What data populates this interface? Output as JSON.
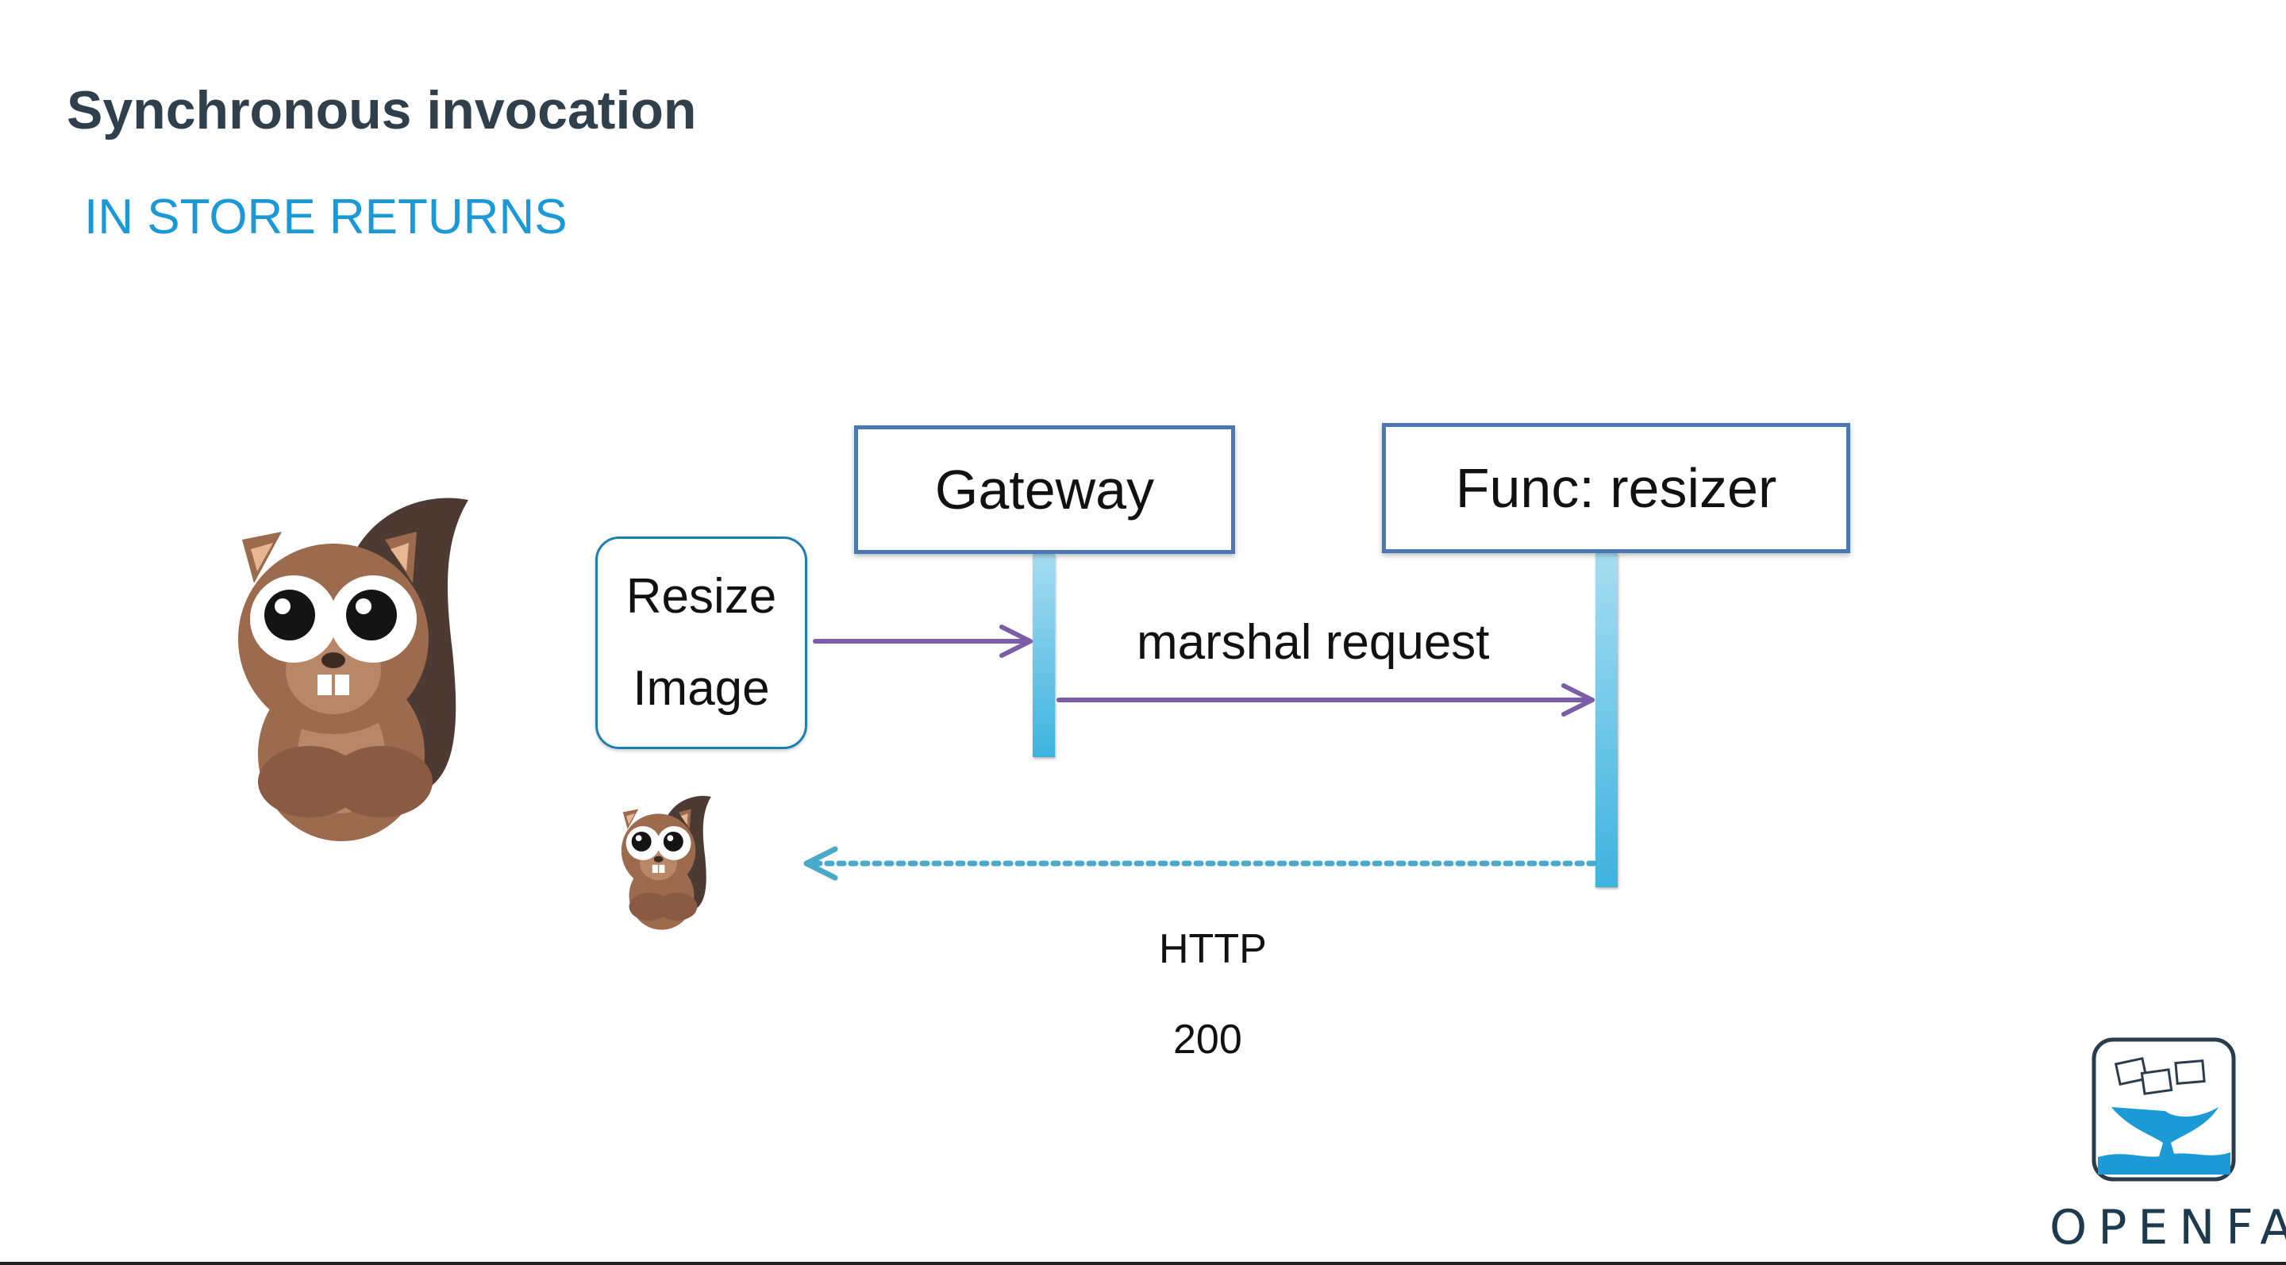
{
  "slide": {
    "title": "Synchronous invocation",
    "subtitle": "IN STORE RETURNS"
  },
  "diagram": {
    "actor_box": {
      "line1": "Resize",
      "line2": "Image"
    },
    "gateway": "Gateway",
    "function": "Func: resizer",
    "messages": {
      "marshal": "marshal request",
      "response_line1": "HTTP",
      "response_line2": "200"
    }
  },
  "logo": {
    "text": "OPENFAAS"
  },
  "colors": {
    "title": "#2f3f4c",
    "subtitle": "#1b98d6",
    "box_border": "#4b77b3",
    "arrow": "#7b5ea7",
    "response_arrow": "#4aa8c8"
  }
}
